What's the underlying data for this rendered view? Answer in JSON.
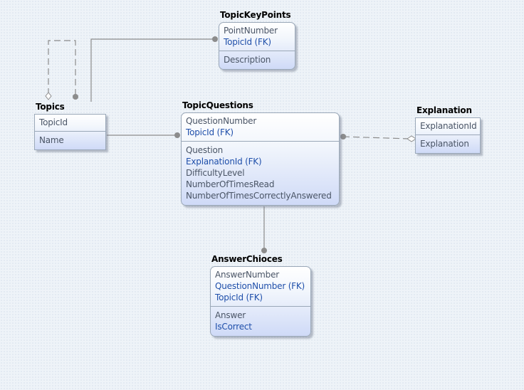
{
  "entities": {
    "topickeypoints": {
      "name": "TopicKeyPoints",
      "key": [
        "PointNumber",
        "TopicId (FK)"
      ],
      "attrs": [
        "Description"
      ]
    },
    "topics": {
      "name": "Topics",
      "key": [
        "TopicId"
      ],
      "attrs": [
        "Name"
      ]
    },
    "topicquestions": {
      "name": "TopicQuestions",
      "key": [
        "QuestionNumber",
        "TopicId (FK)"
      ],
      "attrs": [
        "Question",
        "ExplanationId (FK)",
        "DifficultyLevel",
        "NumberOfTimesRead",
        "NumberOfTimesCorrectlyAnswered"
      ]
    },
    "explanation": {
      "name": "Explanation",
      "key": [
        "ExplanationId"
      ],
      "attrs": [
        "Explanation"
      ]
    },
    "answerchoices": {
      "name": "AnswerChioces",
      "key": [
        "AnswerNumber",
        "QuestionNumber (FK)",
        "TopicId (FK)"
      ],
      "attrs": [
        "Answer",
        "IsCorrect"
      ]
    }
  },
  "colors": {
    "fk_text": "#1f4faa",
    "text": "#4a5566",
    "line": "#8c8c8c",
    "border": "#9aa8b8"
  }
}
